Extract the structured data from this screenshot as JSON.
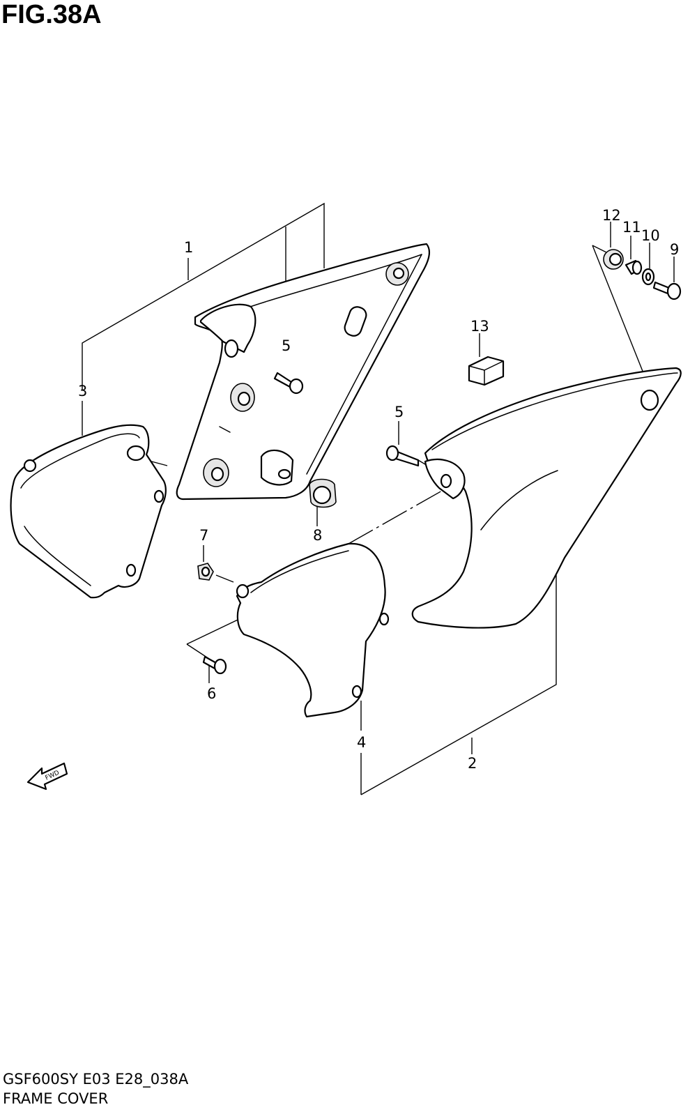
{
  "figure": {
    "title": "FIG.38A",
    "code": "GSF600SY E03 E28_038A",
    "name": "FRAME COVER"
  },
  "callouts": {
    "c1": "1",
    "c2": "2",
    "c3": "3",
    "c4": "4",
    "c5a": "5",
    "c5b": "5",
    "c6": "6",
    "c7": "7",
    "c8": "8",
    "c9": "9",
    "c10": "10",
    "c11": "11",
    "c12": "12",
    "c13": "13"
  },
  "direction_marker": "FWD"
}
